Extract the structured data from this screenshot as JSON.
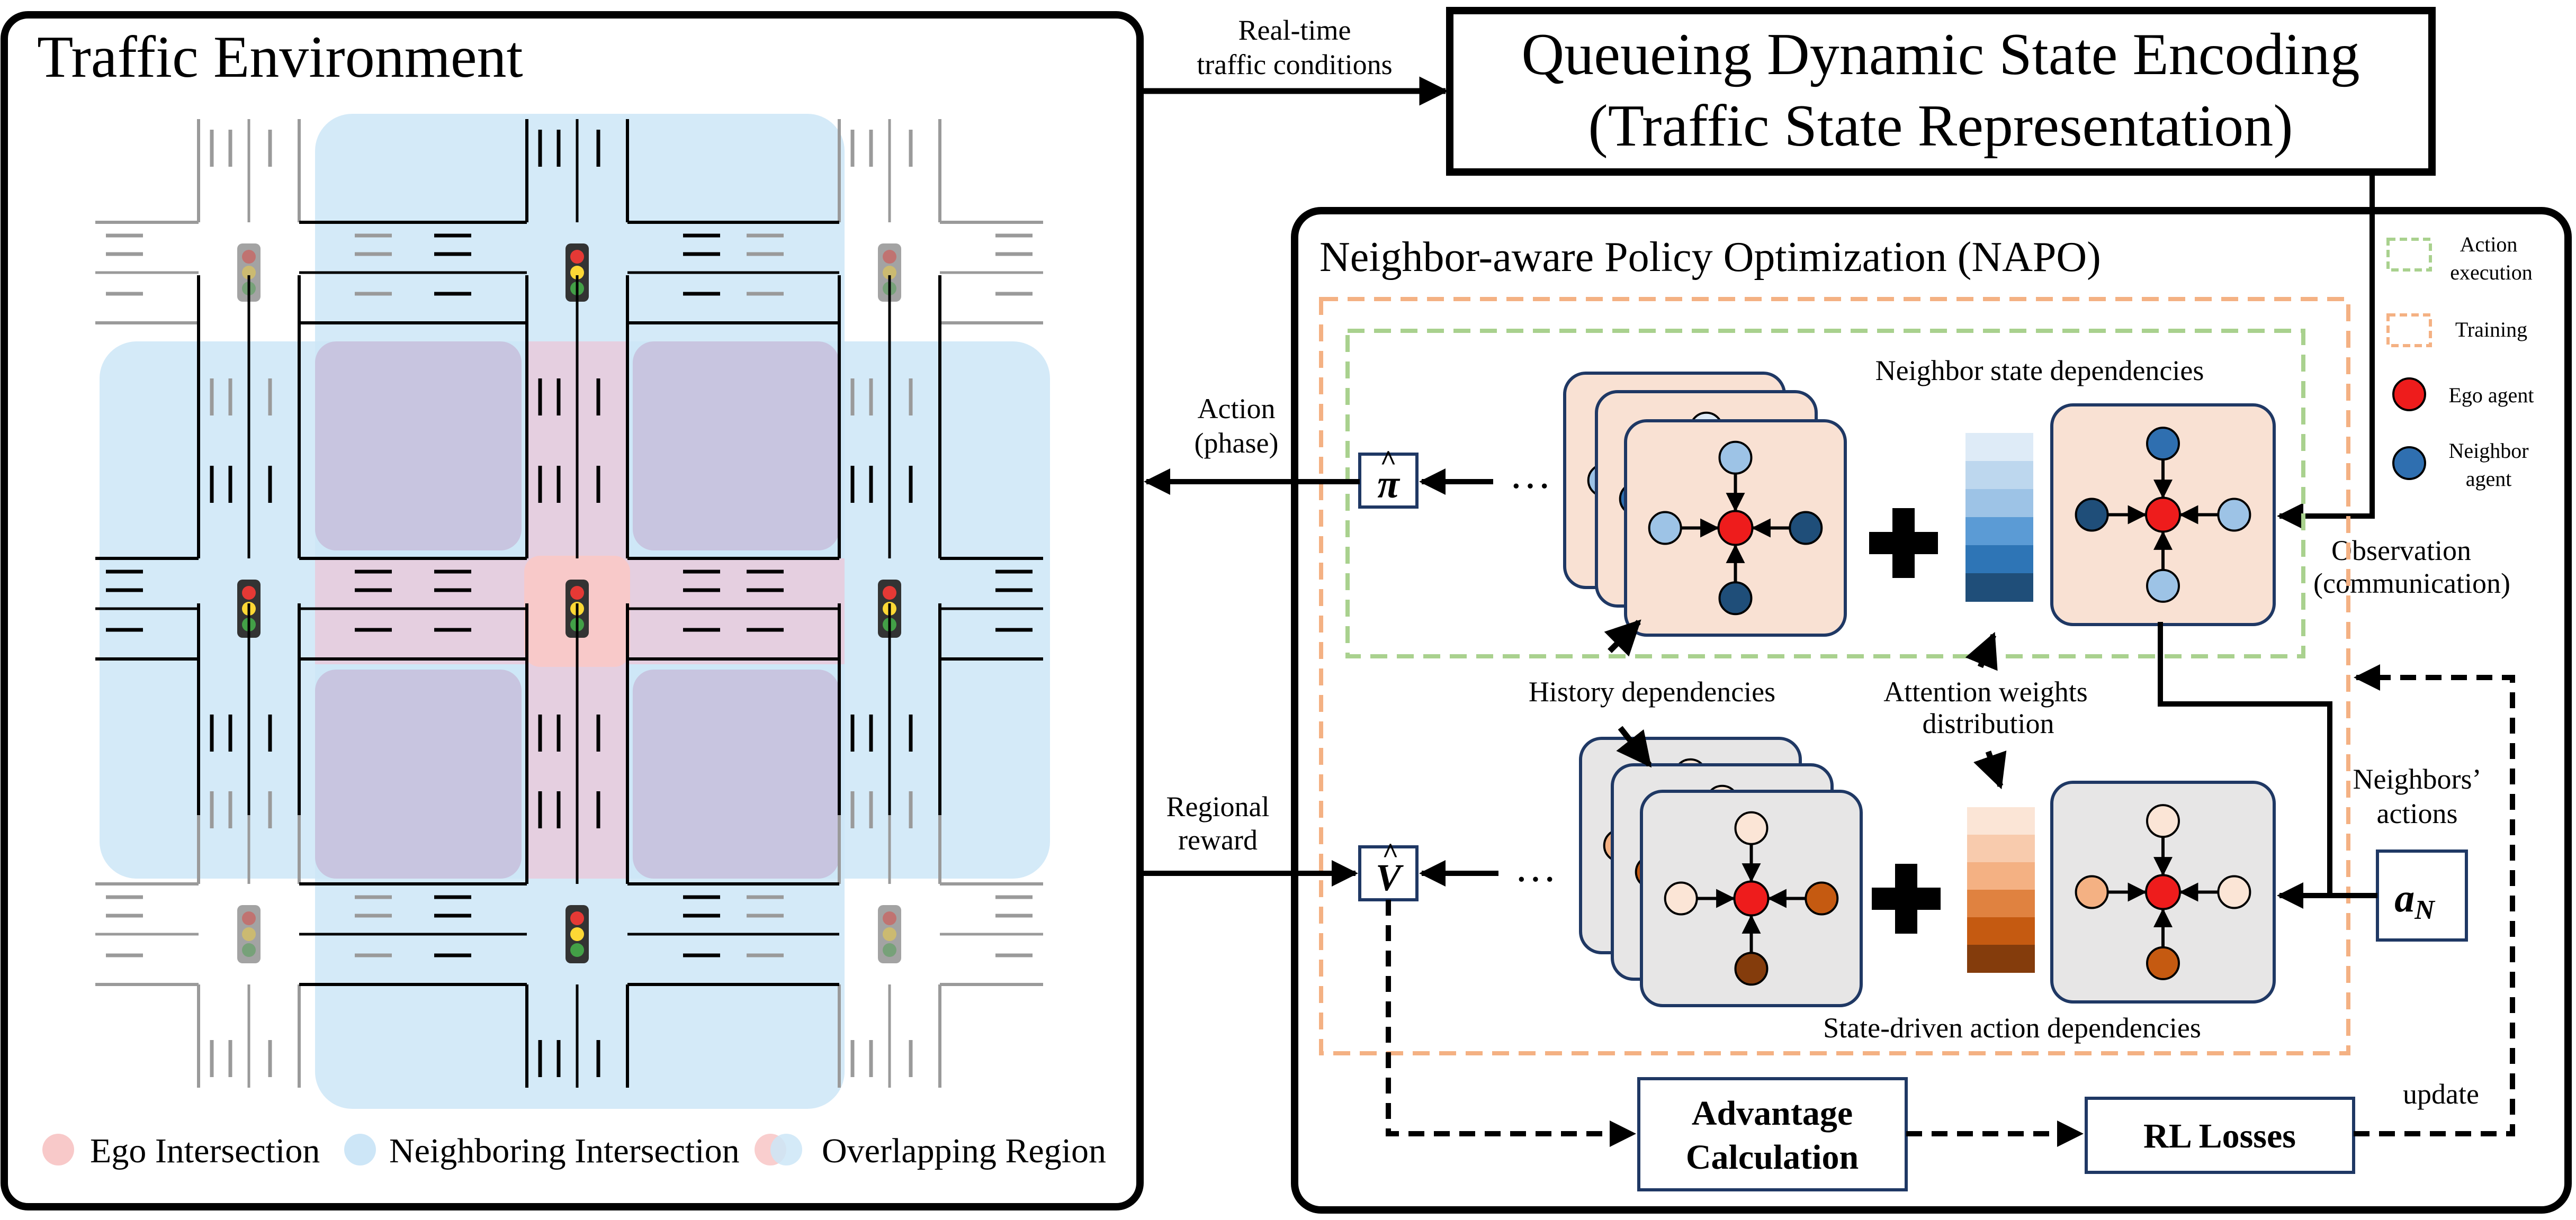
{
  "env": {
    "title": "Traffic Environment",
    "legend": [
      {
        "label": "Ego Intersection",
        "color": "#f8c9c9"
      },
      {
        "label": "Neighboring Intersection",
        "color": "#cde6f7"
      },
      {
        "label": "Overlapping Region",
        "color": "#d9c2dc"
      }
    ]
  },
  "qdse": {
    "line1": "Queueing Dynamic State Encoding",
    "line2": "(Traffic State Representation)"
  },
  "napo": {
    "title": "Neighbor-aware Policy Optimization (NAPO)",
    "neighbor_state_label": "Neighbor state dependencies",
    "history_label": "History dependencies",
    "attention_line1": "Attention weights",
    "attention_line2": "distribution",
    "state_driven_label": "State-driven action dependencies",
    "advantage_line1": "Advantage",
    "advantage_line2": "Calculation",
    "rl_losses": "RL Losses",
    "update": "update",
    "neighbors_actions_line1": "Neighbors’",
    "neighbors_actions_line2": "actions",
    "a_n": "a",
    "a_n_sub": "N",
    "pi_hat": "π",
    "v_hat": "V",
    "ellipsis": "···"
  },
  "arrows": {
    "realtime_line1": "Real-time",
    "realtime_line2": "traffic conditions",
    "action_line1": "Action",
    "action_line2": "(phase)",
    "reward_line1": "Regional",
    "reward_line2": "reward",
    "obs_line1": "Observation",
    "obs_line2": "(communication)"
  },
  "legend_right": {
    "action_execution_line1": "Action",
    "action_execution_line2": "execution",
    "training": "Training",
    "ego_agent": "Ego agent",
    "neighbor_line1": "Neighbor",
    "neighbor_line2": "agent"
  },
  "colors": {
    "ego": "#ee1c1c",
    "neighbor_blue": "#2f6fb0",
    "neighbor_dark": "#1f4e79",
    "neighbor_light": "#9dc3e6",
    "neighbor_pale": "#deebf7",
    "orange_dashed": "#f4b183",
    "green_dashed": "#a9d18e",
    "upper_card": "#f9e1d3",
    "lower_card": "#e7e6e6",
    "brown_dark": "#843c0c",
    "brown_mid": "#c55a11",
    "orange_mid": "#f4b183",
    "orange_pale": "#fbe5d6"
  },
  "attention_upper": [
    "#deebf7",
    "#bdd7ee",
    "#9dc3e6",
    "#5b9bd5",
    "#2e75b6",
    "#1f4e79"
  ],
  "attention_lower": [
    "#fbe5d6",
    "#f8cbad",
    "#f4b183",
    "#e08240",
    "#c55a11",
    "#843c0c"
  ]
}
